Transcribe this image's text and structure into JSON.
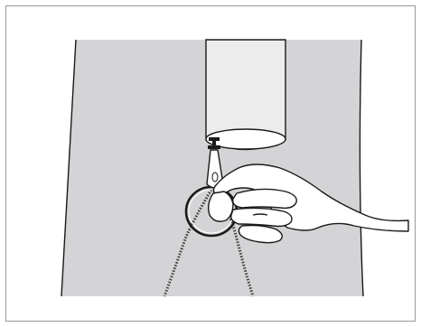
{
  "figure": {
    "colors": {
      "background": "#ffffff",
      "frame": "#9a9a9a",
      "fabric": "#d4d4d6",
      "tube": "#ececec",
      "outline": "#1a1a1a",
      "hand": "#ffffff",
      "zipper_teeth": "#3a3a3a"
    },
    "icons": [
      "sleeve-tube",
      "zipper-pull",
      "key-ring",
      "hand",
      "zipper-tracks"
    ]
  }
}
